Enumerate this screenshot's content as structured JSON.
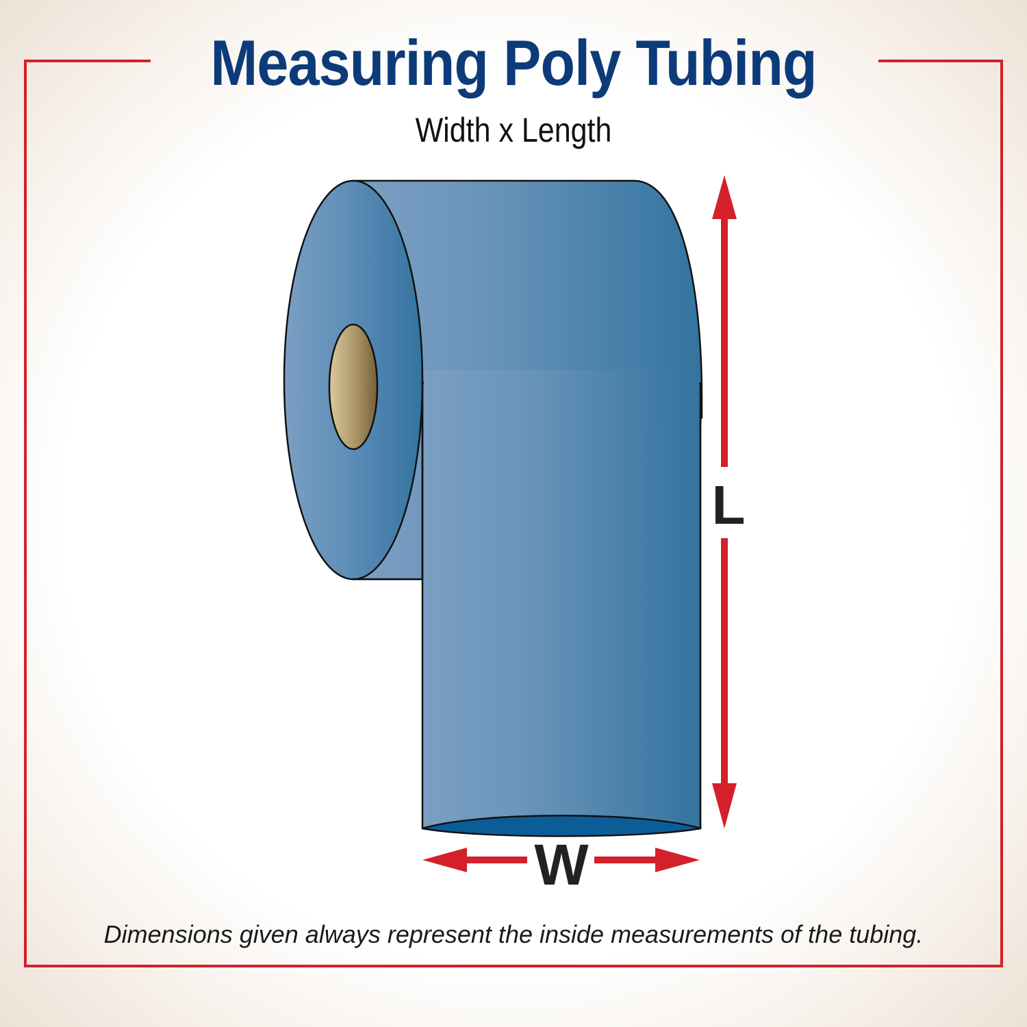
{
  "header": {
    "title": "Measuring Poly Tubing",
    "subtitle": "Width x Length"
  },
  "labels": {
    "length": "L",
    "width": "W"
  },
  "footer": {
    "note": "Dimensions given always represent the inside measurements of the tubing."
  },
  "colors": {
    "title": "#0d3b7a",
    "frame": "#d3202b",
    "arrow": "#d3202b",
    "tube_light": "#7a9fc2",
    "tube_dark": "#35769f",
    "core_light": "#d8c59c",
    "core_dark": "#7d6740",
    "opening": "#0b5d98"
  },
  "icons": {
    "length_arrow": "double-arrow-vertical-icon",
    "width_arrow": "double-arrow-horizontal-icon"
  }
}
